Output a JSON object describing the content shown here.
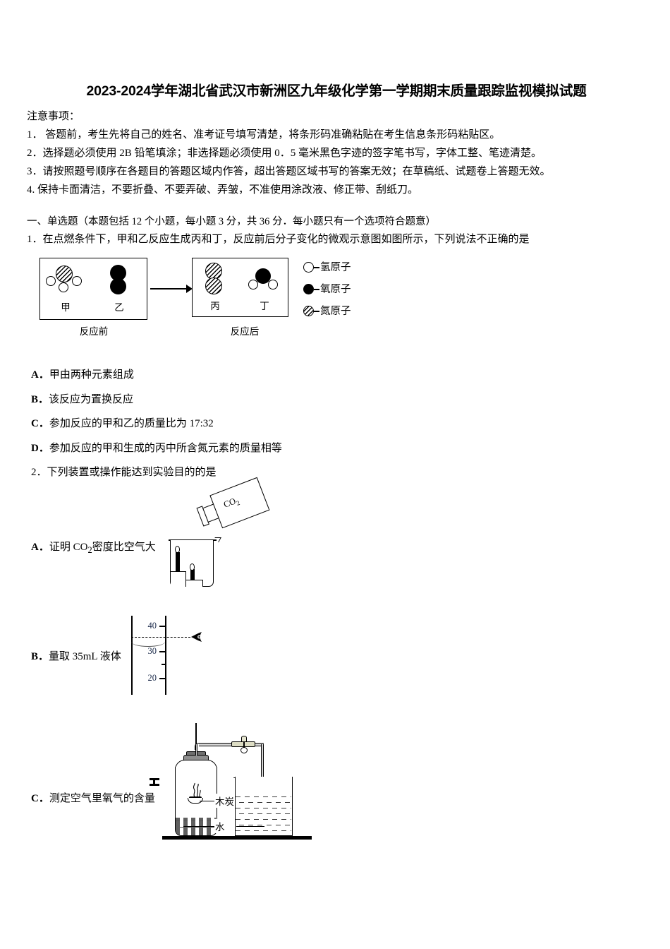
{
  "document": {
    "title": "2023-2024学年湖北省武汉市新洲区九年级化学第一学期期末质量跟踪监视模拟试题",
    "notice_heading": "注意事项：",
    "notice_items": [
      "1．  答题前，考生先将自己的姓名、准考证号填写清楚，将条形码准确粘贴在考生信息条形码粘贴区。",
      "2．选择题必须使用 2B 铅笔填涂；非选择题必须使用 0．5 毫米黑色字迹的签字笔书写，字体工整、笔迹清楚。",
      "3．请按照题号顺序在各题目的答题区域内作答，超出答题区域书写的答案无效；在草稿纸、试题卷上答题无效。",
      "4. 保持卡面清洁，不要折叠、不要弄破、弄皱，不准使用涂改液、修正带、刮纸刀。"
    ]
  },
  "section": {
    "heading": "一、单选题（本题包括 12 个小题，每小题 3 分，共 36 分．每小题只有一个选项符合题意）"
  },
  "question1": {
    "number": "1．",
    "stem": "在点燃条件下，甲和乙反应生成丙和丁，反应前后分子变化的微观示意图如图所示，下列说法不正确的是",
    "diagram": {
      "caption_before": "反应前",
      "caption_after": "反应后",
      "labels": {
        "jia": "甲",
        "yi": "乙",
        "bing": "丙",
        "ding": "丁"
      },
      "legend": [
        {
          "swatch": "hollow-circle-icon",
          "dash": "—",
          "text": "氢原子"
        },
        {
          "swatch": "filled-circle-icon",
          "dash": "—",
          "text": "氧原子"
        },
        {
          "swatch": "hatched-circle-icon",
          "dash": "—",
          "text": "氮原子"
        }
      ]
    },
    "options": [
      {
        "label": "A．",
        "text": "甲由两种元素组成"
      },
      {
        "label": "B．",
        "text": "该反应为置换反应"
      },
      {
        "label": "C．",
        "text": "参加反应的甲和乙的质量比为 17:32"
      },
      {
        "label": "D．",
        "text": "参加反应的甲和生成的丙中所含氮元素的质量相等"
      }
    ]
  },
  "question2": {
    "number": "2．",
    "stem": "下列装置或操作能达到实验目的的是",
    "options": [
      {
        "label": "A．",
        "text_before": "证明 CO",
        "sub": "2",
        "text_after": "密度比空气大"
      },
      {
        "label": "B．",
        "text": "量取 35mL 液体"
      },
      {
        "label": "C．",
        "text": "测定空气里氧气的含量"
      }
    ],
    "figure_a": {
      "bottle_label_main": "CO",
      "bottle_label_sub": "2"
    },
    "figure_b": {
      "tick_labels": [
        "40",
        "30",
        "20"
      ],
      "eye": "eye-icon"
    },
    "figure_c": {
      "label_charcoal": "木炭",
      "label_water": "水"
    }
  }
}
